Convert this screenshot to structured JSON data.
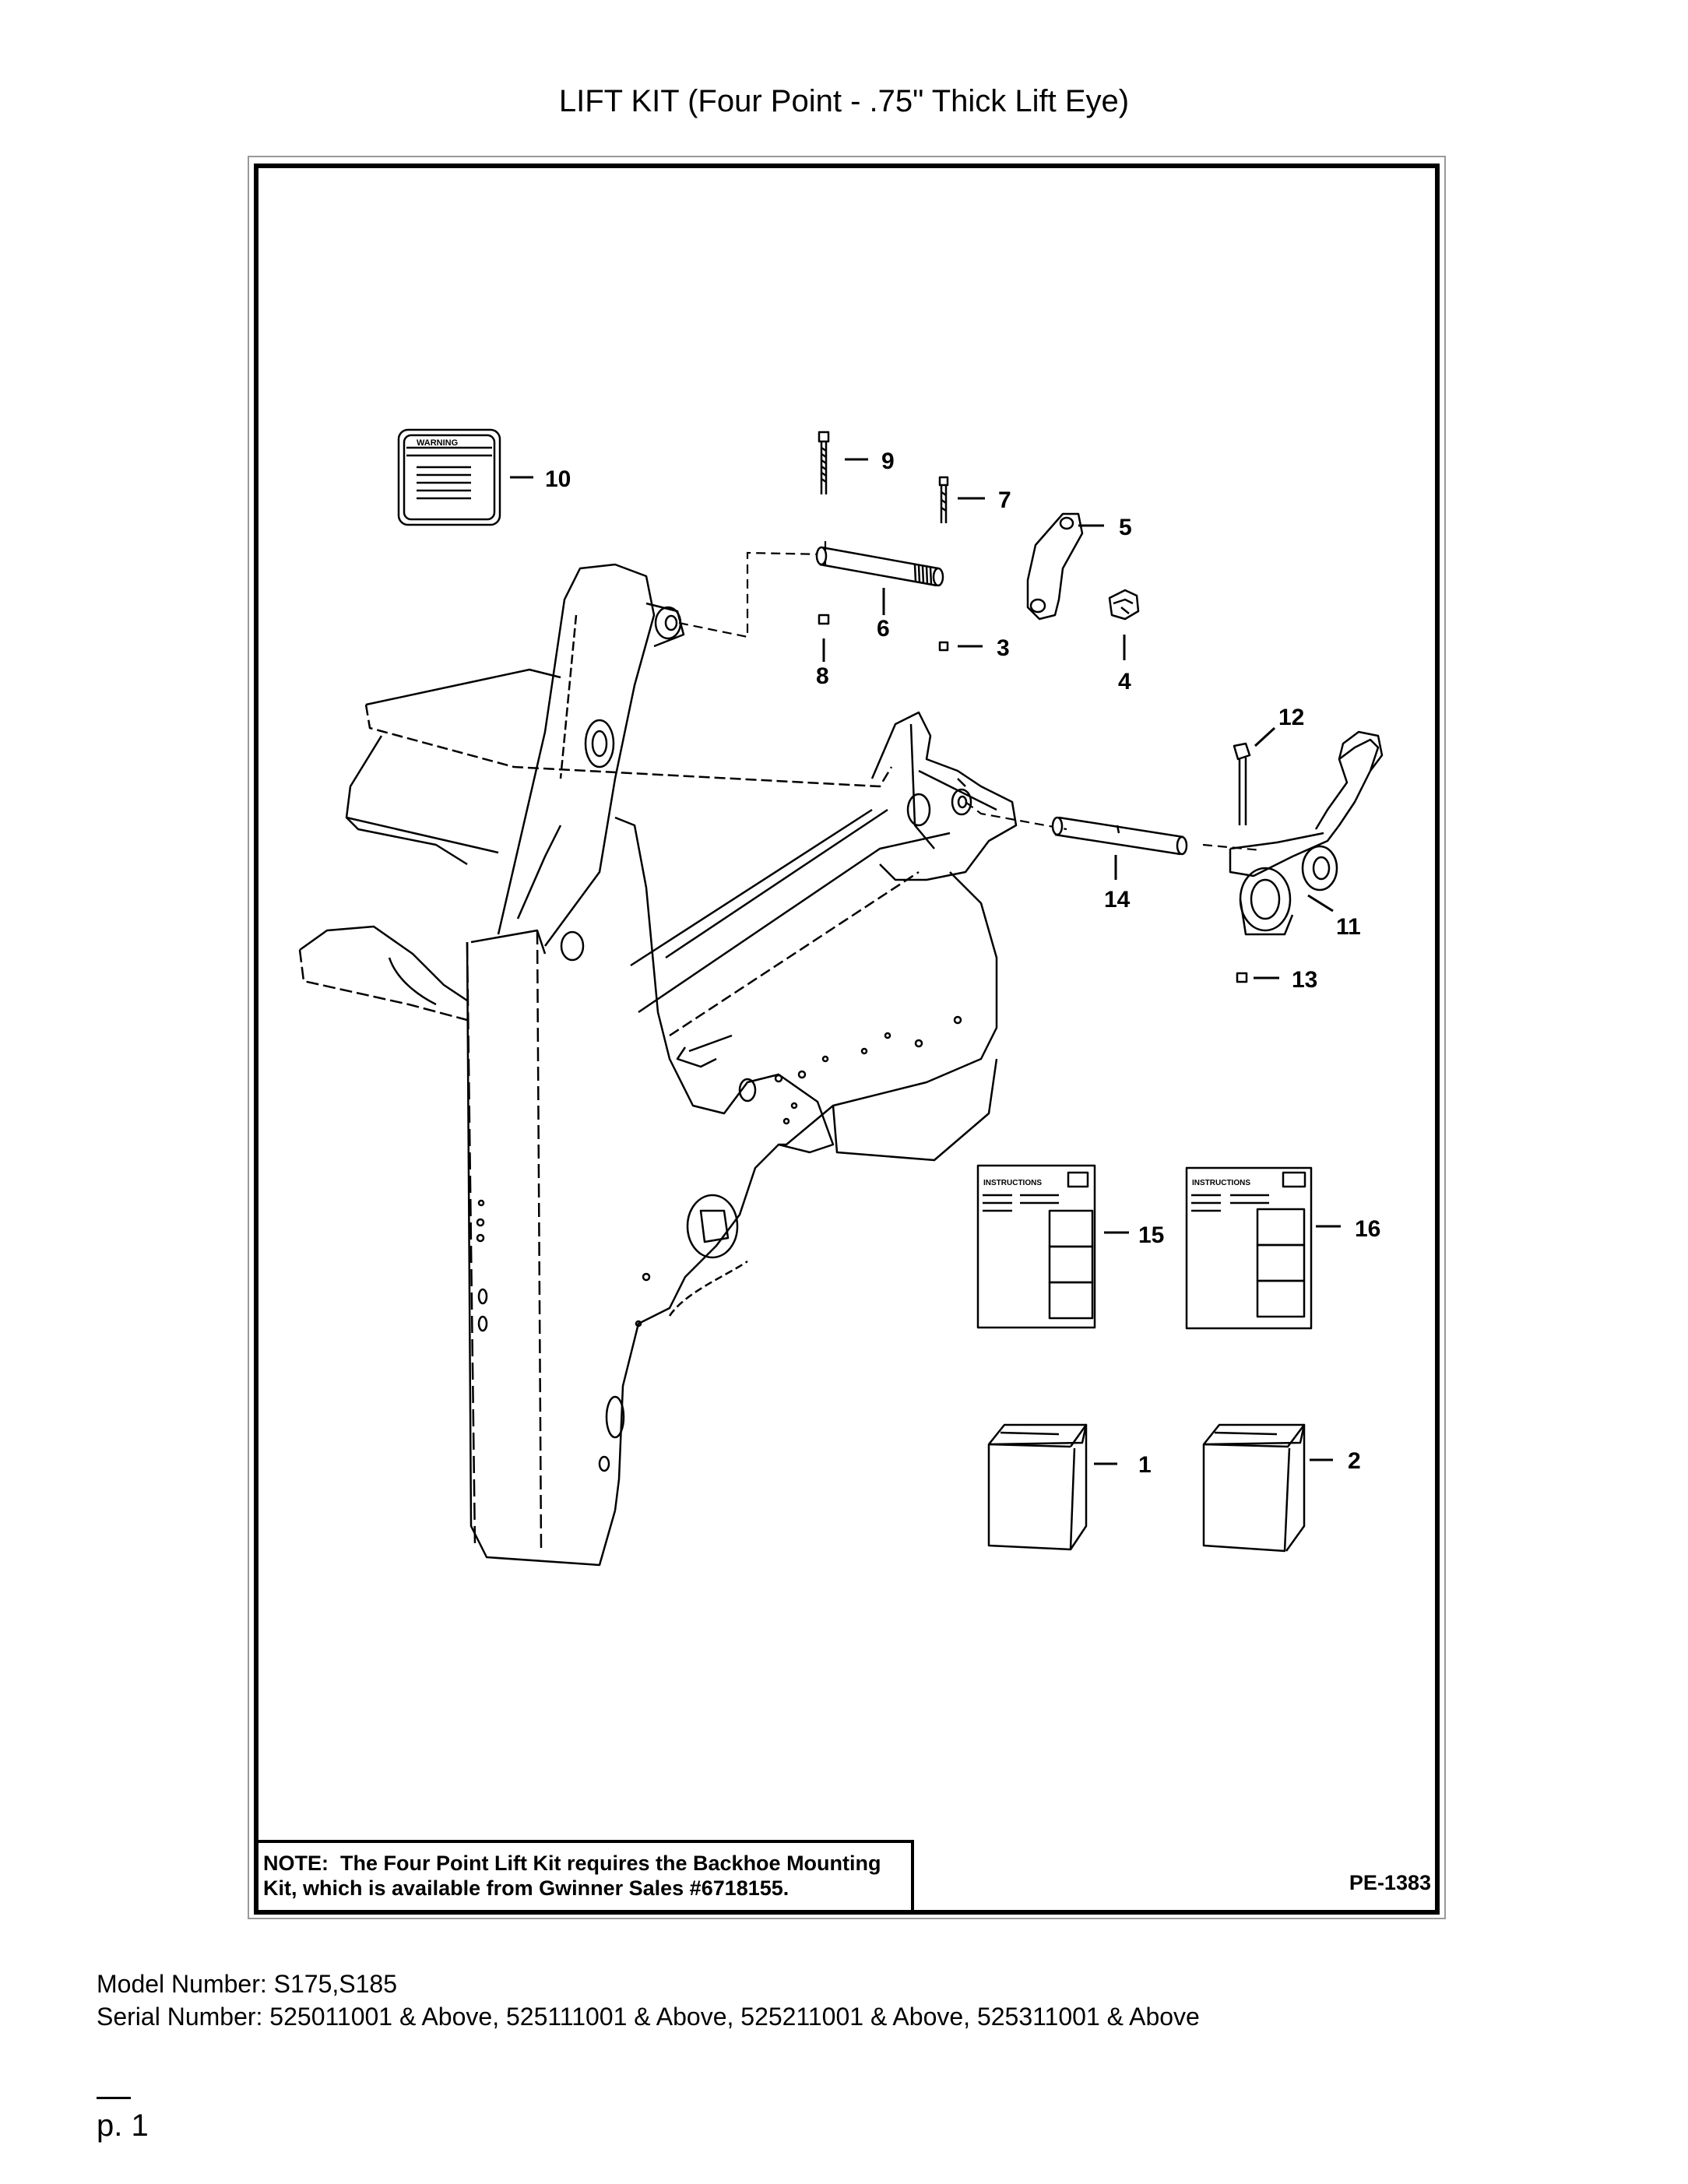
{
  "title": "LIFT KIT (Four Point - .75\" Thick Lift Eye)",
  "diagram": {
    "callouts": [
      "1",
      "2",
      "3",
      "4",
      "5",
      "6",
      "7",
      "8",
      "9",
      "10",
      "11",
      "12",
      "13",
      "14",
      "15",
      "16"
    ],
    "warning_decal": {
      "header": "WARNING"
    },
    "instructions_label": "INSTRUCTIONS",
    "drawing_code": "PE-1383"
  },
  "note": {
    "label": "NOTE:",
    "text": "The Four Point Lift Kit requires the Backhoe Mounting Kit, which is available from Gwinner Sales #6718155."
  },
  "model_number": "Model Number: S175,S185",
  "serial_number": "Serial Number: 525011001 & Above, 525111001 & Above, 525211001 & Above, 525311001 & Above",
  "page": "p. 1"
}
